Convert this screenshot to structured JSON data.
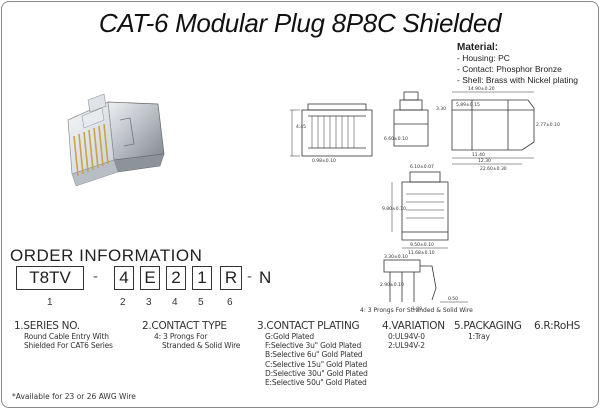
{
  "title": "CAT-6 Modular Plug 8P8C Shielded",
  "material": {
    "heading": "Material:",
    "items": [
      "- Housing: PC",
      "- Contact: Phosphor Bronze",
      "- Shell: Brass with Nickel plating"
    ]
  },
  "order": {
    "heading": "ORDER INFORMATION",
    "codes": [
      "T8TV",
      "4",
      "E",
      "2",
      "1",
      "R",
      "N"
    ],
    "numbers": [
      "1",
      "2",
      "3",
      "4",
      "5",
      "6"
    ]
  },
  "drawing_note": "4: 3 Prongs For Stranded & Solid Wire",
  "specs": {
    "series": {
      "heading": "1.SERIES NO.",
      "lines": [
        "Round Cable Entry With",
        "Shielded For CAT6 Series"
      ]
    },
    "contact_type": {
      "heading": "2.CONTACT TYPE",
      "lines": [
        "4: 3 Prongs For",
        "Stranded & Solid Wire"
      ]
    },
    "plating": {
      "heading": "3.CONTACT PLATING",
      "lines": [
        "G:Gold Plated",
        "F:Selective 3u\" Gold Plated",
        "B:Selective 6u\" Gold Plated",
        "C:Selective 15u\" Gold Plated",
        "D:Selective 30u\" Gold Plated",
        "E:Selective 50u\" Gold Plated"
      ]
    },
    "variation": {
      "heading": "4.VARIATION",
      "lines": [
        "0:UL94V-0",
        "2:UL94V-2"
      ]
    },
    "packaging": {
      "heading": "5.PACKAGING",
      "lines": [
        "1:Tray"
      ]
    },
    "rohs": {
      "heading": "6.R:RoHS",
      "lines": []
    }
  },
  "footnote": "*Available for 23 or 26 AWG Wire",
  "dims": {
    "d1": "14.90±0.20",
    "d2": "5.89±0.15",
    "d3": "3.30",
    "d4": "2.77±0.10",
    "d5": "11.40",
    "d6": "12.30",
    "d7": "22.60±0.30",
    "d8": "6.60±0.10",
    "d9": "6.10±0.07",
    "d10": "9.80±0.10",
    "d11": "9.50±0.10",
    "d12": "11.68±0.10",
    "d13": "3.30±0.10",
    "d14": "2.90±0.10",
    "d15": "0.50",
    "d16": "1.00",
    "d17": "4.45",
    "d18": "0.98±0.10"
  }
}
